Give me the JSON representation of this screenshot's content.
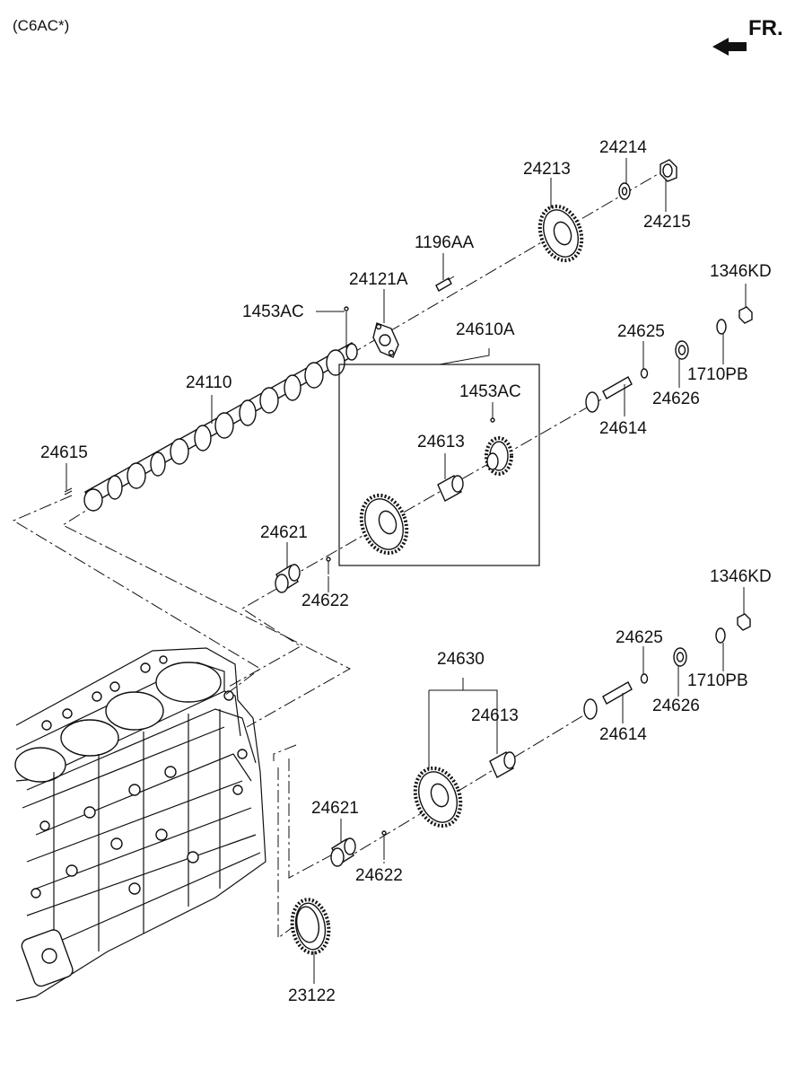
{
  "header": {
    "model_code": "(C6AC*)",
    "direction_label": "FR."
  },
  "labels": {
    "p24214": "24214",
    "p24213": "24213",
    "p24215": "24215",
    "p1196AA": "1196AA",
    "p1346KD_top": "1346KD",
    "p24121A": "24121A",
    "p1453AC_top": "1453AC",
    "p24610A": "24610A",
    "p24625_top": "24625",
    "p24110": "24110",
    "p1453AC_box": "1453AC",
    "p1710PB_top": "1710PB",
    "p24626_top": "24626",
    "p24614_top": "24614",
    "p24615": "24615",
    "p24613_top": "24613",
    "p24621_top": "24621",
    "p24622_top": "24622",
    "p1346KD_bot": "1346KD",
    "p24625_bot": "24625",
    "p24630": "24630",
    "p1710PB_bot": "1710PB",
    "p24613_bot": "24613",
    "p24626_bot": "24626",
    "p24614_bot": "24614",
    "p24621_bot": "24621",
    "p24622_bot": "24622",
    "p23122": "23122"
  },
  "icons": {
    "direction_arrow": "arrow-left-icon"
  }
}
